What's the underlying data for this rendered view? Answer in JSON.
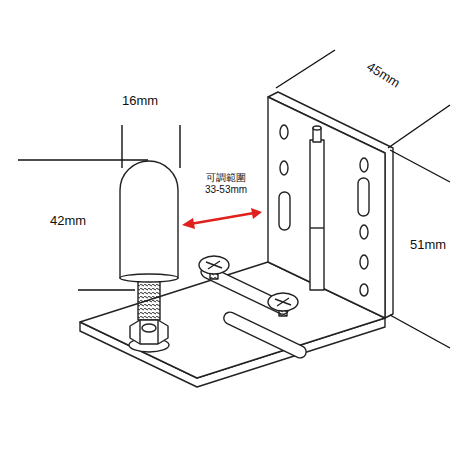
{
  "diagram": {
    "labels": [
      "16mm",
      "42mm",
      "可調範圍 33-53mm",
      "45mm",
      "51mm"
    ]
  }
}
